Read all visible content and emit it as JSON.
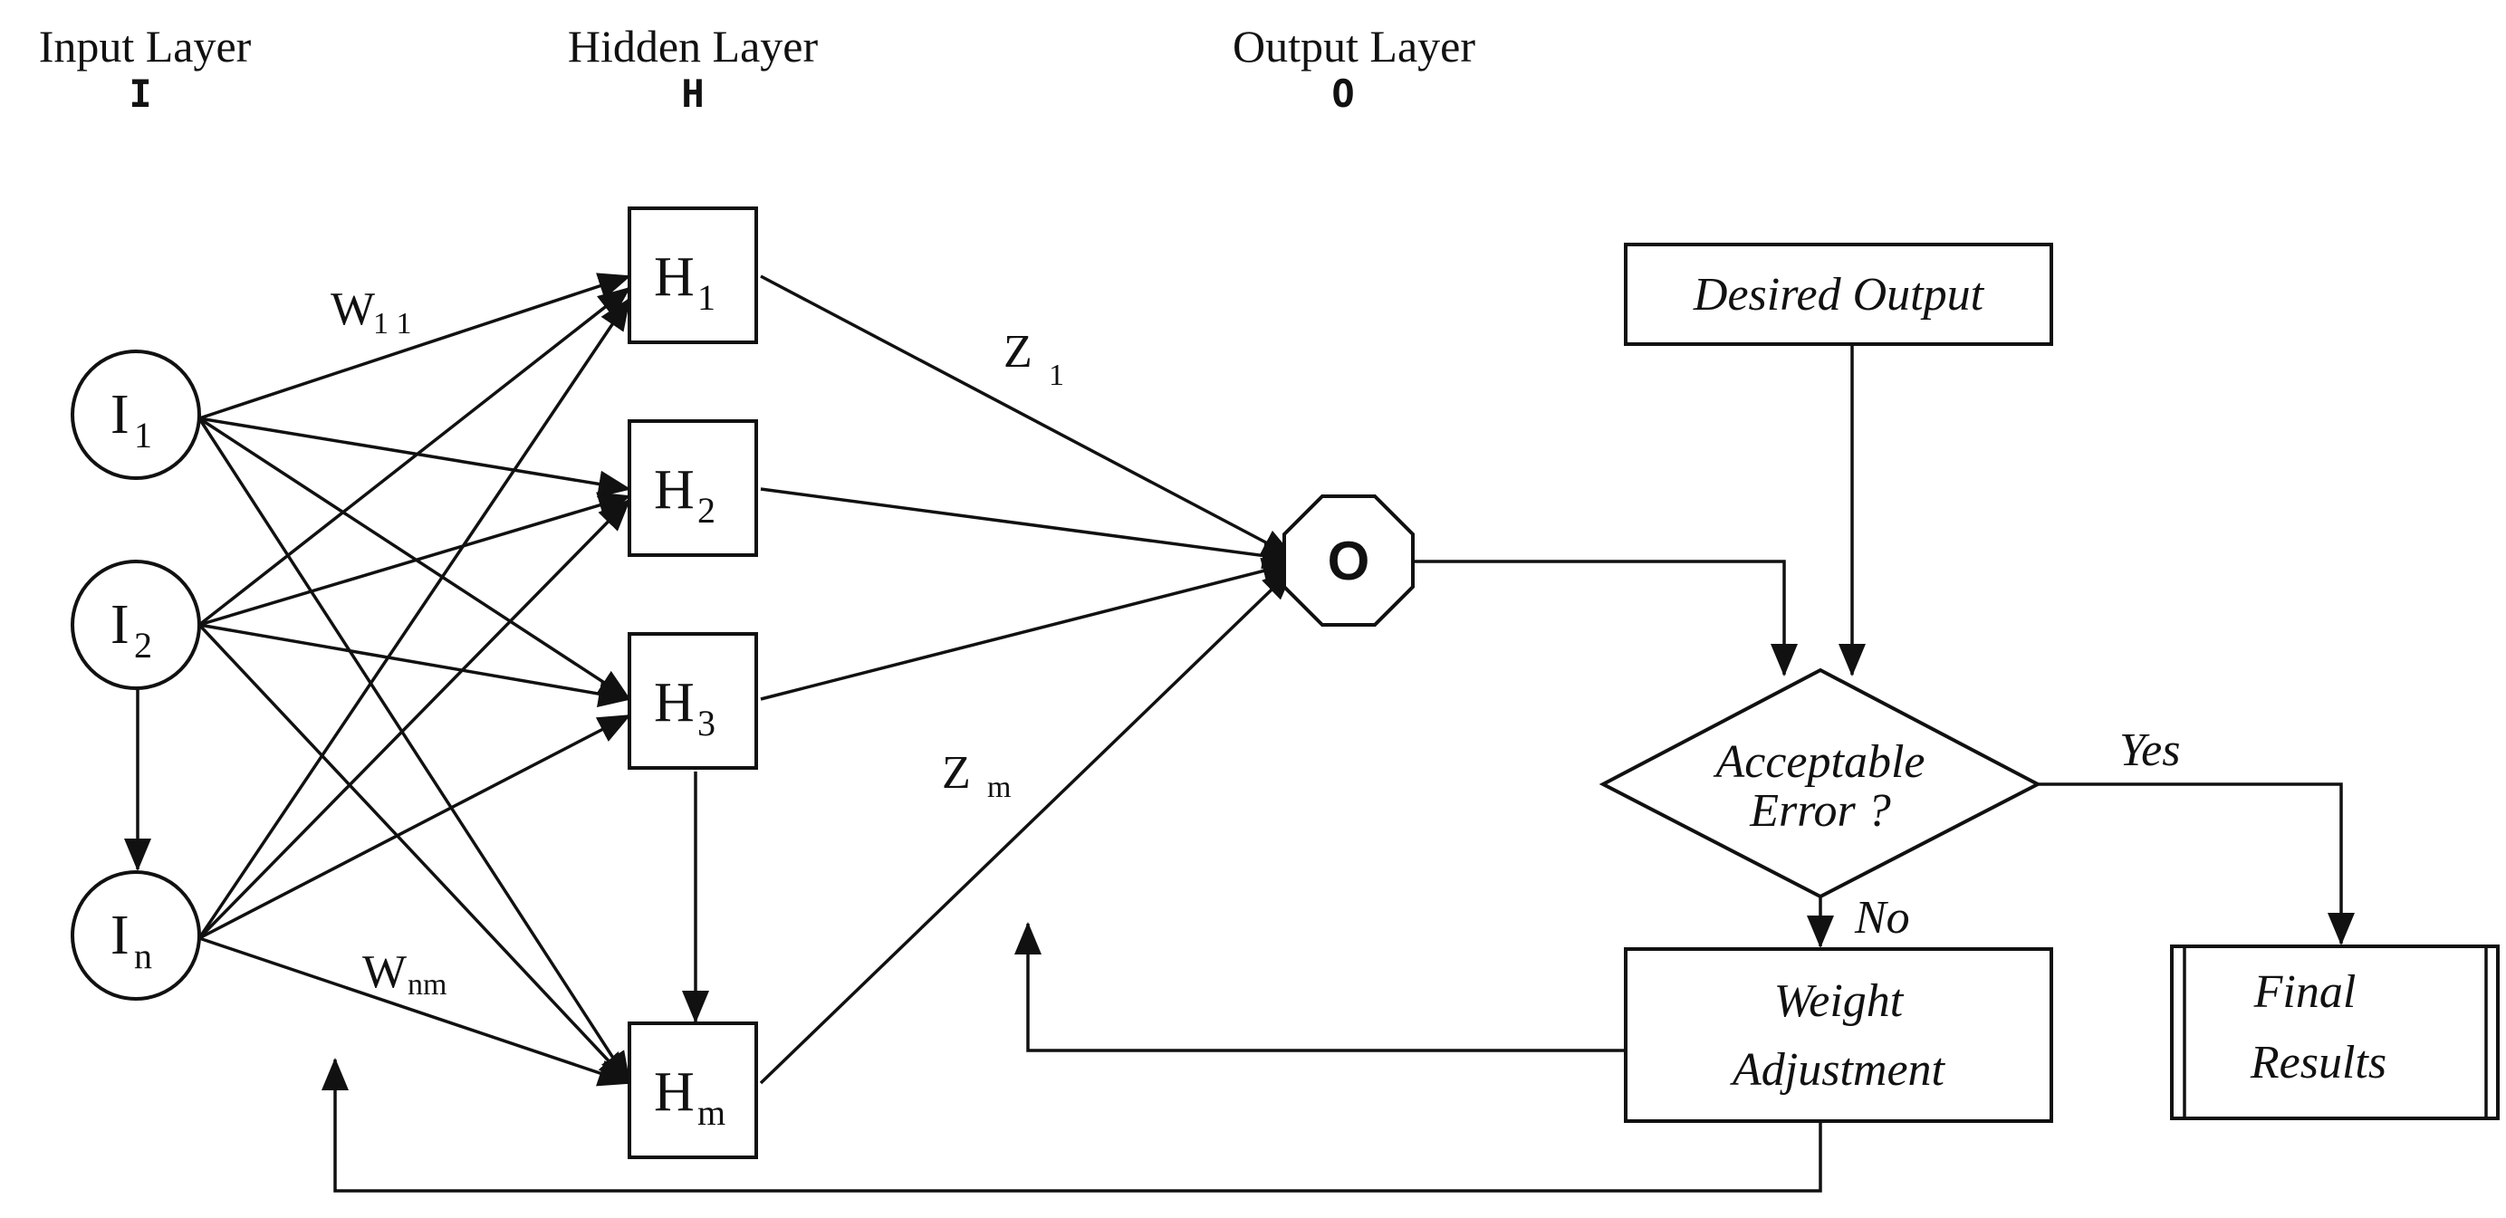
{
  "layers": {
    "input": {
      "title": "Input Layer",
      "letter": "I"
    },
    "hidden": {
      "title": "Hidden Layer",
      "letter": "H"
    },
    "output": {
      "title": "Output Layer",
      "letter": "O"
    }
  },
  "input_nodes": [
    {
      "base": "I",
      "sub": "1"
    },
    {
      "base": "I",
      "sub": "2"
    },
    {
      "base": "I",
      "sub": "n"
    }
  ],
  "hidden_nodes": [
    {
      "base": "H",
      "sub": "1"
    },
    {
      "base": "H",
      "sub": "2"
    },
    {
      "base": "H",
      "sub": "3"
    },
    {
      "base": "H",
      "sub": "m"
    }
  ],
  "output_node": {
    "label": "O"
  },
  "weights": {
    "w11": {
      "base": "W",
      "sub": "1 1"
    },
    "wnm": {
      "base": "W",
      "sub": "nm"
    },
    "z1": {
      "base": "Z",
      "sub": "1"
    },
    "zm": {
      "base": "Z",
      "sub": "m"
    }
  },
  "flow": {
    "desired_output": "Desired Output",
    "decision_line1": "Acceptable",
    "decision_line2": "Error ?",
    "yes_label": "Yes",
    "no_label": "No",
    "weight_adj_line1": "Weight",
    "weight_adj_line2": "Adjustment",
    "final_line1": "Final",
    "final_line2": "Results"
  }
}
